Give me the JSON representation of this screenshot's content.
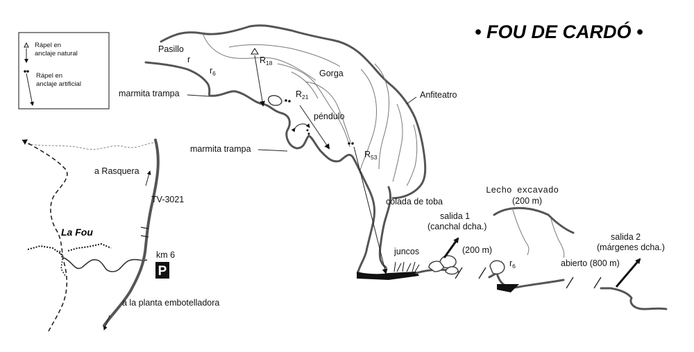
{
  "title": "• FOU DE CARDÓ •",
  "legend": {
    "natural_label_1": "Rápel en",
    "natural_label_2": "anclaje natural",
    "artificial_label_1": "Rápel en",
    "artificial_label_2": "anclaje artificial"
  },
  "locator": {
    "place": "La Fou",
    "road": "TV-3021",
    "km": "km 6",
    "parking": "P",
    "to_rasquera": "a Rasquera",
    "to_plant": "a la planta embotelladora"
  },
  "profile": {
    "pasillo": "Pasillo",
    "r_small": "r",
    "r6_top": {
      "base": "r",
      "sub": "6"
    },
    "r18": {
      "base": "R",
      "sub": "18"
    },
    "r21": {
      "base": "R",
      "sub": "21"
    },
    "r53": {
      "base": "R",
      "sub": "53"
    },
    "gorga": "Gorga",
    "anfiteatro": "Anfiteatro",
    "marmita_1": "marmita trampa",
    "marmita_2": "marmita trampa",
    "pendulo": "péndulo",
    "colada": "colada de toba",
    "juncos": "juncos",
    "lecho_1": "Lecho excavado",
    "lecho_2": "(200 m)",
    "salida1_1": "salida 1",
    "salida1_2": "(canchal dcha.)",
    "salida1_dist": "(200 m)",
    "r6_low": {
      "base": "r",
      "sub": "6"
    },
    "abierto": "abierto (800 m)",
    "salida2_1": "salida 2",
    "salida2_2": "(márgenes dcha.)"
  }
}
